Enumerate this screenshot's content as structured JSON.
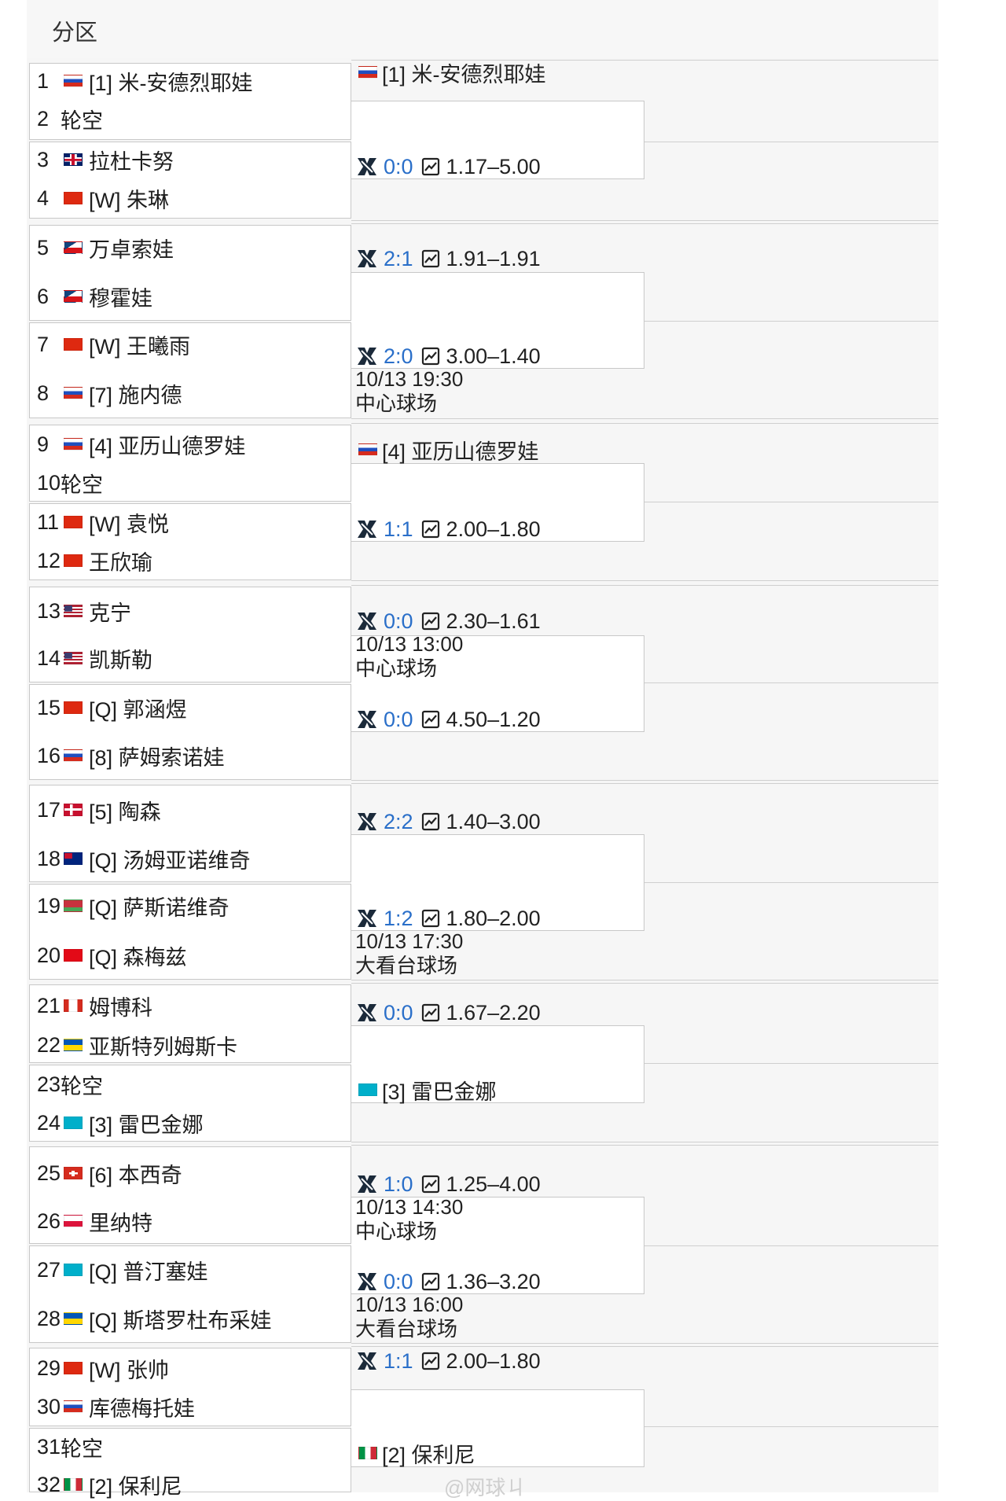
{
  "header": {
    "title": "分区"
  },
  "players": [
    {
      "num": "1",
      "flag": "RUS",
      "name": "[1] 米-安德烈耶娃"
    },
    {
      "num": "2",
      "flag": "",
      "name": "轮空"
    },
    {
      "num": "3",
      "flag": "GBR",
      "name": "拉杜卡努"
    },
    {
      "num": "4",
      "flag": "CHN",
      "name": "[W] 朱琳"
    },
    {
      "num": "5",
      "flag": "CZE",
      "name": "万卓索娃"
    },
    {
      "num": "6",
      "flag": "CZE",
      "name": "穆霍娃"
    },
    {
      "num": "7",
      "flag": "CHN",
      "name": "[W] 王曦雨"
    },
    {
      "num": "8",
      "flag": "RUS",
      "name": "[7] 施内德"
    },
    {
      "num": "9",
      "flag": "RUS",
      "name": "[4] 亚历山德罗娃"
    },
    {
      "num": "10",
      "flag": "",
      "name": "轮空"
    },
    {
      "num": "11",
      "flag": "CHN",
      "name": "[W] 袁悦"
    },
    {
      "num": "12",
      "flag": "CHN",
      "name": "王欣瑜"
    },
    {
      "num": "13",
      "flag": "USA",
      "name": "克宁"
    },
    {
      "num": "14",
      "flag": "USA",
      "name": "凯斯勒"
    },
    {
      "num": "15",
      "flag": "CHN",
      "name": "[Q] 郭涵煜"
    },
    {
      "num": "16",
      "flag": "RUS",
      "name": "[8] 萨姆索诺娃"
    },
    {
      "num": "17",
      "flag": "DEN",
      "name": "[5] 陶森"
    },
    {
      "num": "18",
      "flag": "AUS",
      "name": "[Q] 汤姆亚诺维奇"
    },
    {
      "num": "19",
      "flag": "BLR",
      "name": "[Q] 萨斯诺维奇"
    },
    {
      "num": "20",
      "flag": "TUR",
      "name": "[Q] 森梅兹"
    },
    {
      "num": "21",
      "flag": "CAN",
      "name": "姆博科"
    },
    {
      "num": "22",
      "flag": "UKR",
      "name": "亚斯特列姆斯卡"
    },
    {
      "num": "23",
      "flag": "",
      "name": "轮空"
    },
    {
      "num": "24",
      "flag": "KAZ",
      "name": "[3] 雷巴金娜"
    },
    {
      "num": "25",
      "flag": "SUI",
      "name": "[6] 本西奇"
    },
    {
      "num": "26",
      "flag": "POL",
      "name": "里纳特"
    },
    {
      "num": "27",
      "flag": "KAZ",
      "name": "[Q] 普汀塞娃"
    },
    {
      "num": "28",
      "flag": "UKR",
      "name": "[Q] 斯塔罗杜布采娃"
    },
    {
      "num": "29",
      "flag": "CHN",
      "name": "[W] 张帅"
    },
    {
      "num": "30",
      "flag": "RUS",
      "name": "库德梅托娃"
    },
    {
      "num": "31",
      "flag": "",
      "name": "轮空"
    },
    {
      "num": "32",
      "flag": "ITA",
      "name": "[2] 保利尼"
    }
  ],
  "matches": [
    {
      "score": "0:0",
      "odds": "1.17–5.00"
    },
    {
      "score": "2:1",
      "odds": "1.91–1.91"
    },
    {
      "score": "2:0",
      "odds": "3.00–1.40",
      "time": "10/13 19:30",
      "court": "中心球场"
    },
    {
      "score": "1:1",
      "odds": "2.00–1.80"
    },
    {
      "score": "0:0",
      "odds": "2.30–1.61",
      "time": "10/13 13:00",
      "court": "中心球场"
    },
    {
      "score": "0:0",
      "odds": "4.50–1.20"
    },
    {
      "score": "2:2",
      "odds": "1.40–3.00"
    },
    {
      "score": "1:2",
      "odds": "1.80–2.00",
      "time": "10/13 17:30",
      "court": "大看台球场"
    },
    {
      "score": "0:0",
      "odds": "1.67–2.20"
    },
    {
      "score": "1:0",
      "odds": "1.25–4.00",
      "time": "10/13 14:30",
      "court": "中心球场"
    },
    {
      "score": "0:0",
      "odds": "1.36–3.20",
      "time": "10/13 16:00",
      "court": "大看台球场"
    },
    {
      "score": "1:1",
      "odds": "2.00–1.80"
    }
  ],
  "advanced": [
    {
      "flag": "RUS",
      "name": "[1] 米-安德烈耶娃"
    },
    {
      "flag": "RUS",
      "name": "[4] 亚历山德罗娃"
    },
    {
      "flag": "KAZ",
      "name": "[3] 雷巴金娜"
    },
    {
      "flag": "ITA",
      "name": "[2] 保利尼"
    }
  ],
  "watermark": "@网球ㄐ",
  "colors": {
    "score": "#2a6fc9",
    "band": "#f6f6f6",
    "border": "#c8c8c8"
  }
}
